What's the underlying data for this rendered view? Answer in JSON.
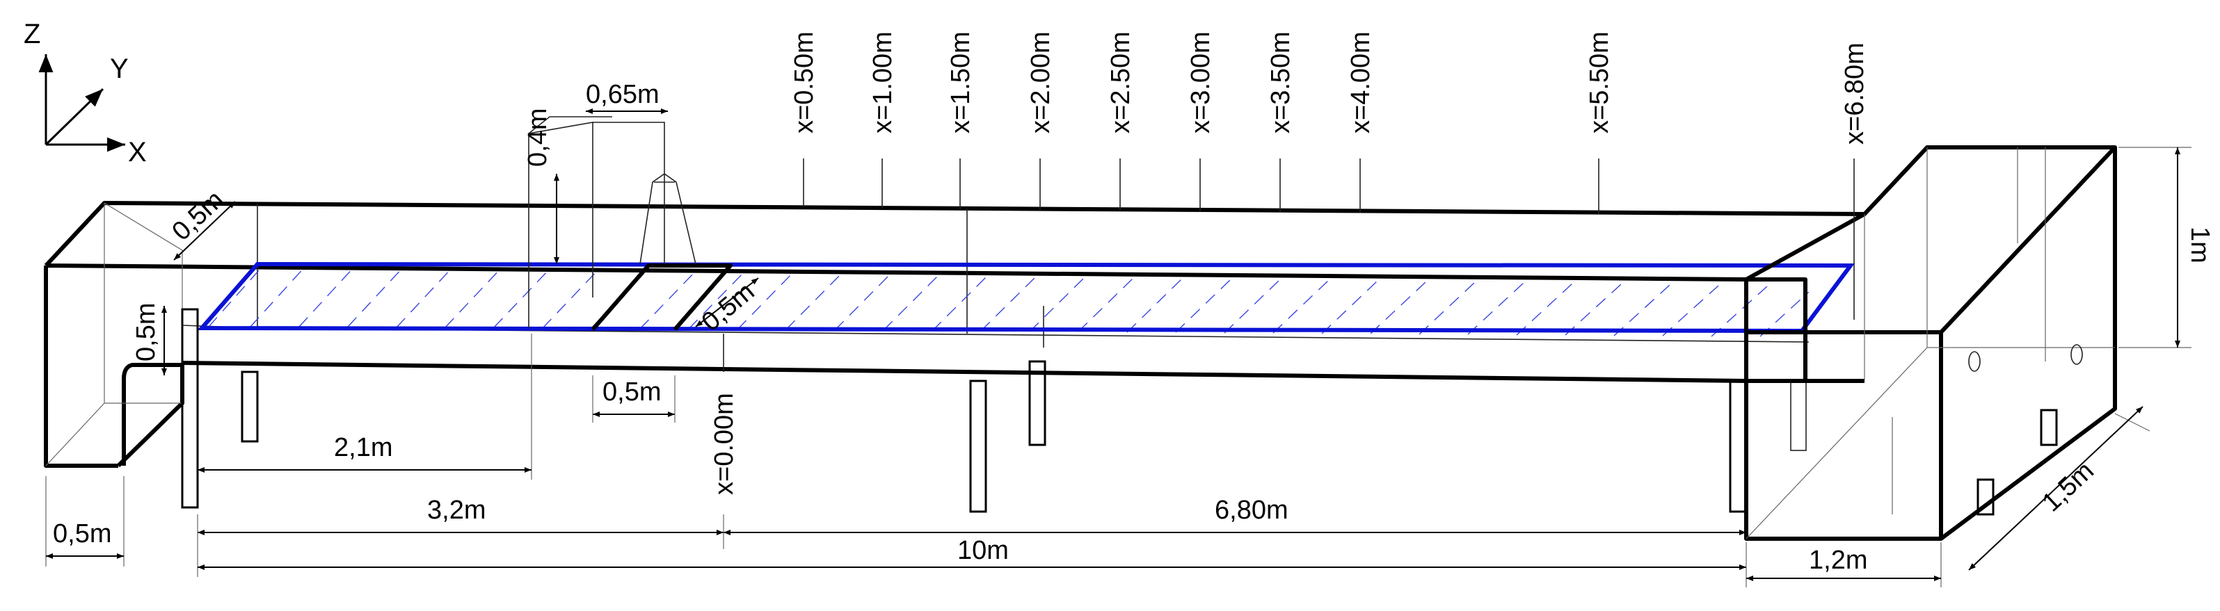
{
  "axes": {
    "z": "Z",
    "y": "Y",
    "x": "X"
  },
  "section_labels": [
    "x=0.50m",
    "x=1.00m",
    "x=1.50m",
    "x=2.00m",
    "x=2.50m",
    "x=3.00m",
    "x=3.50m",
    "x=4.00m",
    "x=5.50m",
    "x=6.80m"
  ],
  "origin_label": "x=0.00m",
  "dimensions": {
    "inlet_width": "0,5m",
    "inlet_height": "0,5m",
    "inlet_depth": "0,5m",
    "nozzle_height": "0,4m",
    "nozzle_offset": "0,65m",
    "spray_width": "0,5m",
    "spray_length": "0,5m",
    "inlet_to_support": "2,1m",
    "inlet_to_origin": "3,2m",
    "origin_to_end": "6,80m",
    "total_length": "10m",
    "tank_length": "1,2m",
    "tank_width": "1,5m",
    "tank_height": "1m"
  },
  "colors": {
    "line": "#000000",
    "water_surface": "#0a12d6"
  }
}
